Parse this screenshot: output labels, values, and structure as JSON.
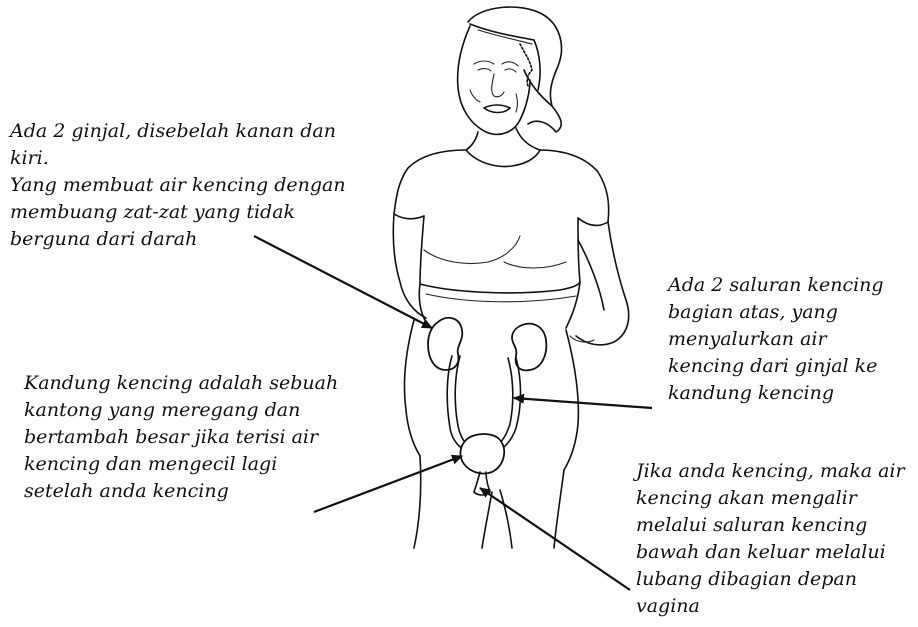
{
  "labels": {
    "kidneys": {
      "lines": [
        "Ada 2 ginjal, disebelah kanan dan",
        "kiri.",
        "Yang membuat air kencing dengan",
        "membuang zat-zat yang tidak",
        "berguna dari darah"
      ]
    },
    "ureters": {
      "lines": [
        "Ada 2 saluran kencing",
        "bagian atas, yang",
        "menyalurkan air",
        "kencing dari ginjal ke",
        "kandung kencing"
      ]
    },
    "bladder": {
      "lines": [
        "Kandung kencing adalah sebuah",
        "kantong yang meregang dan",
        "bertambah besar jika terisi air",
        "kencing dan mengecil lagi",
        "setelah anda kencing"
      ]
    },
    "urethra": {
      "lines": [
        "Jika anda kencing, maka air",
        "kencing akan mengalir",
        "melalui saluran kencing",
        "bawah dan keluar melalui",
        "lubang dibagian depan",
        "vagina"
      ]
    }
  }
}
